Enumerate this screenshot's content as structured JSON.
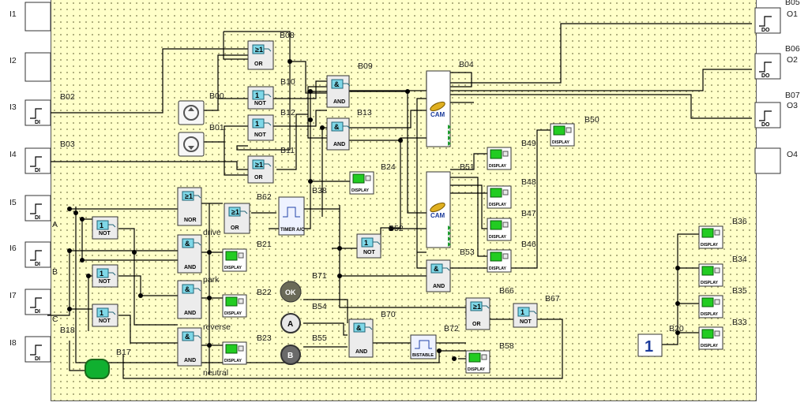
{
  "inputs": [
    {
      "name": "I1",
      "type": ""
    },
    {
      "name": "I2",
      "type": ""
    },
    {
      "name": "I3",
      "type": "DI"
    },
    {
      "name": "I4",
      "type": "DI"
    },
    {
      "name": "I5",
      "type": "DI"
    },
    {
      "name": "I6",
      "type": "DI"
    },
    {
      "name": "I7",
      "type": "DI"
    },
    {
      "name": "I8",
      "type": "DI"
    }
  ],
  "outputs": [
    {
      "name": "O1",
      "block": "B05",
      "type": "DO"
    },
    {
      "name": "O2",
      "block": "B06",
      "type": "DO"
    },
    {
      "name": "O3",
      "block": "B07",
      "type": "DO"
    },
    {
      "name": "O4",
      "block": "",
      "type": ""
    }
  ],
  "gate_texts": {
    "or": "OR",
    "and": "AND",
    "not": "NOT",
    "nor": "NOR",
    "cam": "CAM",
    "display": "DISPLAY",
    "timer": "TIMER A/C",
    "bistable": "BISTABLE",
    "ok": "OK",
    "key_a": "A",
    "key_b": "B",
    "const_one": "1",
    "sym_or": "≥1",
    "sym_and": "&",
    "sym_not": "1"
  },
  "block_labels": [
    "B08",
    "B09",
    "B04",
    "B10",
    "B12",
    "B13",
    "B00",
    "B01",
    "B11",
    "B02",
    "B03",
    "B24",
    "B51",
    "B50",
    "B49",
    "B48",
    "B47",
    "B46",
    "B53",
    "B52",
    "B38",
    "B62",
    "B21",
    "B22",
    "B23",
    "B54",
    "B55",
    "B70",
    "B71",
    "B72",
    "B58",
    "B66",
    "B67",
    "B18",
    "B17",
    "B20",
    "B36",
    "B34",
    "B35",
    "B33"
  ],
  "signal_labels": {
    "a": "A",
    "b": "B",
    "c": "C",
    "drive": "drive",
    "park": "park",
    "reverse": "reverse",
    "neutral": "neutral"
  }
}
